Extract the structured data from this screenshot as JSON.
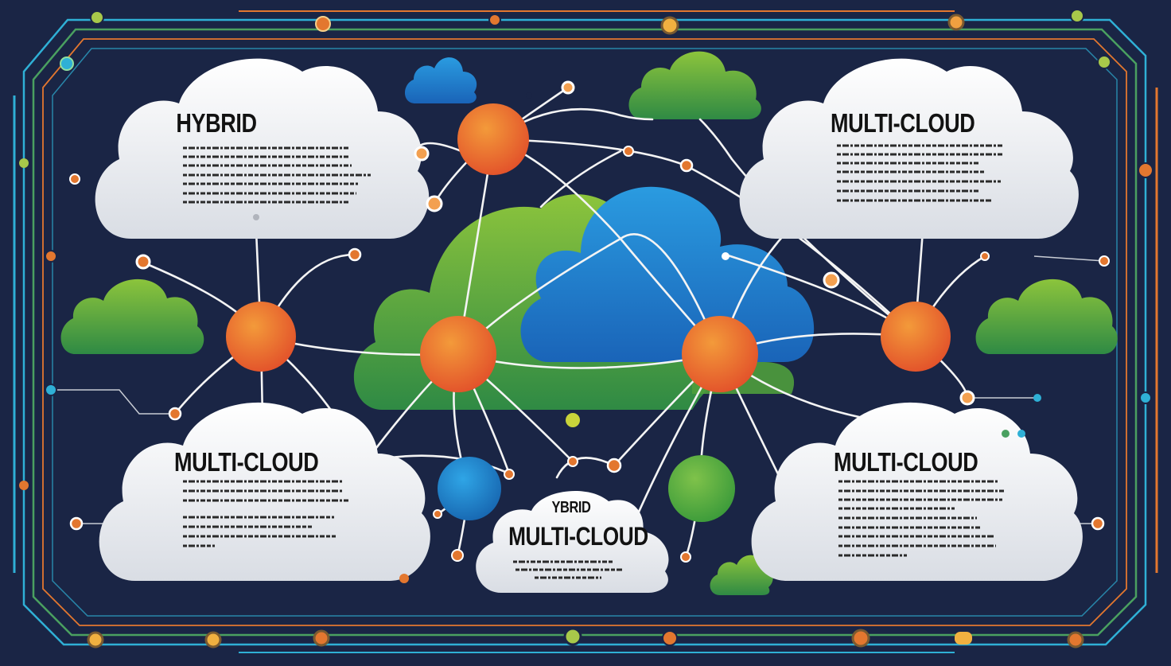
{
  "diagram": {
    "cards": [
      {
        "id": "top-left",
        "title": "HYBRID"
      },
      {
        "id": "top-right",
        "title": "MULTI-CLOUD"
      },
      {
        "id": "bottom-left",
        "title": "MULTI-CLOUD"
      },
      {
        "id": "bottom-right",
        "title": "MULTI-CLOUD"
      }
    ],
    "center_card": {
      "subtitle": "YBRID",
      "title": "MULTI-CLOUD"
    }
  },
  "colors": {
    "background": "#1a2545",
    "node_orange": "#ee6a28",
    "cloud_green": "#4f9e3c",
    "cloud_blue": "#1f7fc8",
    "frame_cyan": "#2fb0d6",
    "frame_orange": "#e3772f"
  }
}
